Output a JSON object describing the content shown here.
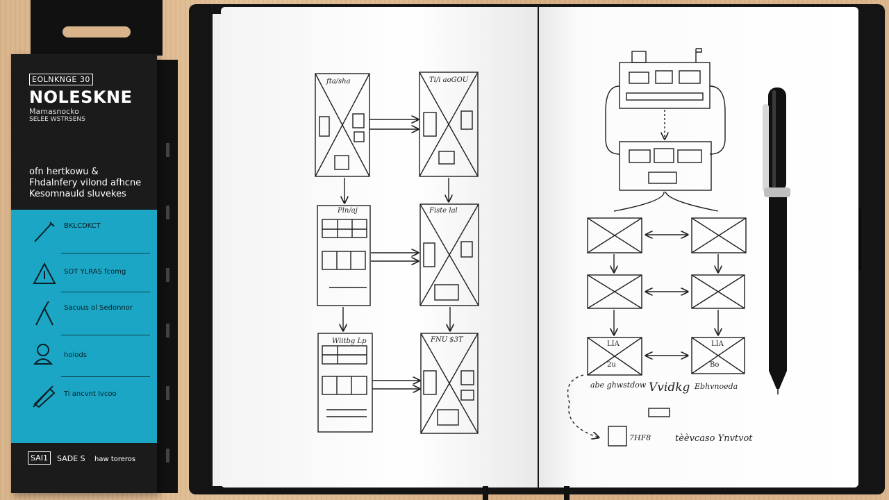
{
  "box": {
    "brand_small": "EOLNKNGE  30",
    "brand": "NOLESKNE",
    "sub1": "Mamasnocko",
    "sub2": "SELEE WSTRSENS",
    "desc_lines": [
      "ofn hertkowu  &",
      "Fhdalnfery vilond afhcne",
      "Kesomnauld sluvekes"
    ],
    "features": [
      "BKLCDKCT",
      "SOT YLRAS fcomg",
      "Sacuus ol Sedonnor",
      "hoiods",
      "Ti ancvnt Ivcoo"
    ],
    "footer_code": "SAI1",
    "footer_1": "SADE S",
    "footer_2": "haw toreros"
  },
  "notebook": {
    "left_frame_labels": [
      "fta/sha",
      "Ti/i aoGOU",
      "Fiste lal",
      "Pln/aj",
      "Wiitbg Lp",
      "FNU $3T"
    ],
    "right_grid_labels": [
      "LIA",
      "LIA",
      "2u",
      "Bo"
    ],
    "annotations": [
      "abe ghwstdow",
      "Vvidkg",
      "Ebhvnoeda",
      "7HF8",
      "tèèvcaso  Ynvtvot"
    ]
  },
  "colors": {
    "box_black": "#1b1b1b",
    "box_accent": "#1aa6c4",
    "cover": "#141414",
    "paper": "#ffffff",
    "ink": "#1e1e1e",
    "wood": "#dcb58b"
  }
}
